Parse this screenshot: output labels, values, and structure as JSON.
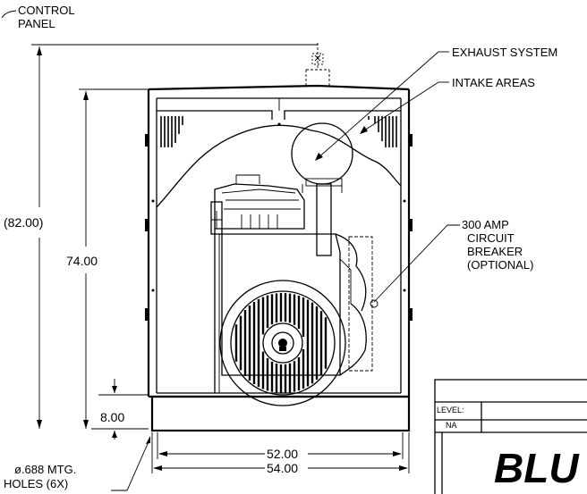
{
  "labels": {
    "control_panel_1": "CONTROL",
    "control_panel_2": "PANEL",
    "exhaust": "EXHAUST SYSTEM",
    "intake": "INTAKE AREAS",
    "breaker_1": "300 AMP",
    "breaker_2": "CIRCUIT",
    "breaker_3": "BREAKER",
    "breaker_4": "(OPTIONAL)",
    "holes_1": "ø.688 MTG.",
    "holes_2": "HOLES (6X)"
  },
  "dimensions": {
    "overall_height": "(82.00)",
    "enclosure_height": "74.00",
    "base_height": "8.00",
    "inner_width": "52.00",
    "outer_width": "54.00"
  },
  "title_block": {
    "level_label": "LEVEL:",
    "level_value": "NA",
    "logo_text": "BLU"
  }
}
